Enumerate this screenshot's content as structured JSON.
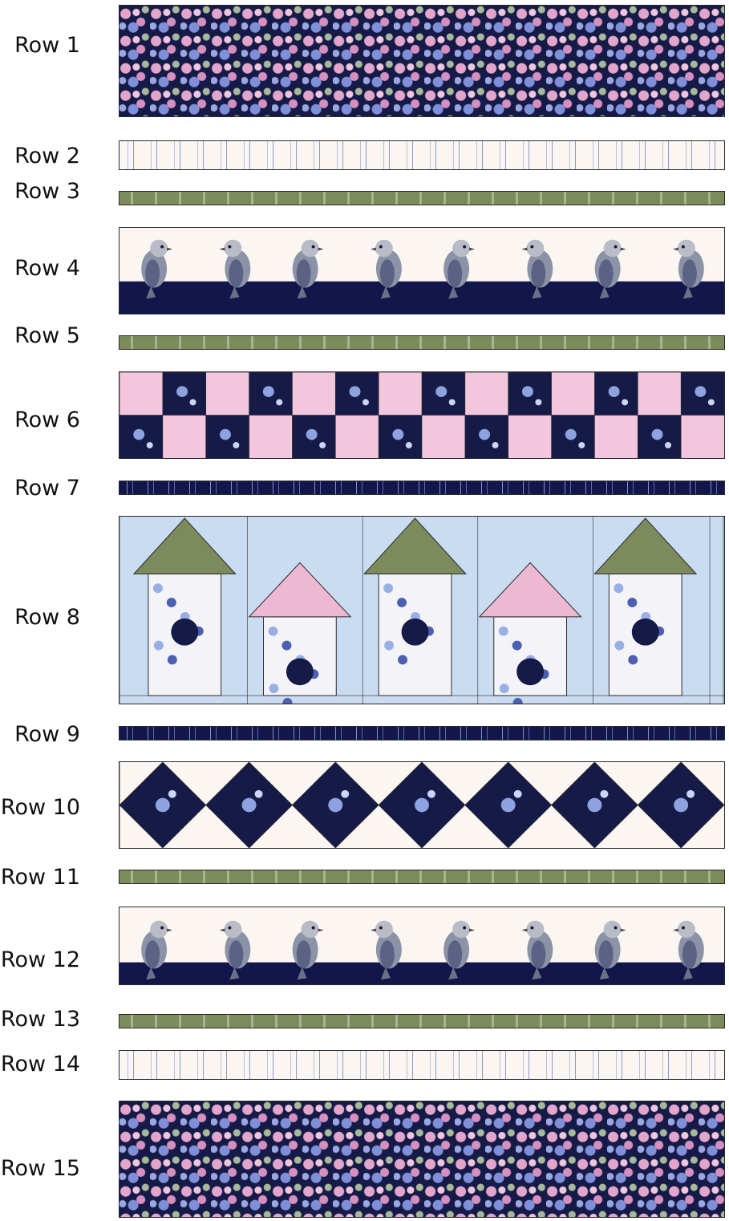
{
  "rows": [
    {
      "label": "Row 1"
    },
    {
      "label": "Row 2"
    },
    {
      "label": "Row 3"
    },
    {
      "label": "Row 4"
    },
    {
      "label": "Row 5"
    },
    {
      "label": "Row 6"
    },
    {
      "label": "Row 7"
    },
    {
      "label": "Row 8"
    },
    {
      "label": "Row 9"
    },
    {
      "label": "Row 10"
    },
    {
      "label": "Row 11"
    },
    {
      "label": "Row 12"
    },
    {
      "label": "Row 13"
    },
    {
      "label": "Row 14"
    },
    {
      "label": "Row 15"
    }
  ],
  "colors": {
    "navy": "#161a47",
    "cream": "#fbf6f2",
    "green": "#7c8a5c",
    "pink": "#eeb8d2",
    "light_blue": "#c9dcf2",
    "pink_check": "#f2c6dc"
  }
}
